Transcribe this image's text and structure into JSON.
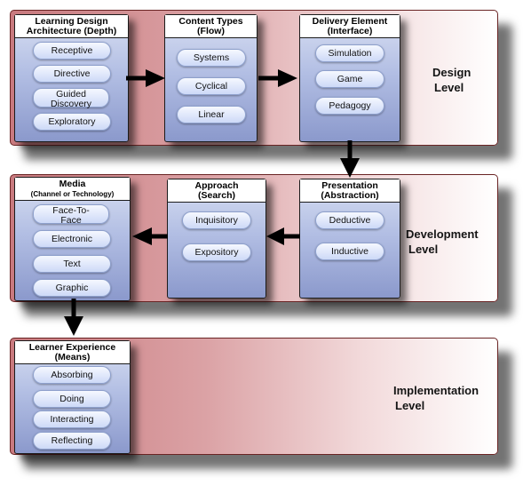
{
  "levels": {
    "design": {
      "label_line1": "Design",
      "label_line2": "Level"
    },
    "development": {
      "label_line1": "Development",
      "label_line2": "Level"
    },
    "implementation": {
      "label_line1": "Implementation",
      "label_line2": "Level"
    }
  },
  "boxes": {
    "learning_design": {
      "title_line1": "Learning Design",
      "title_line2": "Architecture (Depth)",
      "items": [
        "Receptive",
        "Directive",
        "Guided",
        "Discovery",
        "Exploratory"
      ]
    },
    "content_types": {
      "title_line1": "Content Types",
      "title_line2": "(Flow)",
      "items": [
        "Systems",
        "Cyclical",
        "Linear"
      ]
    },
    "delivery_element": {
      "title_line1": "Delivery Element",
      "title_line2": "(Interface)",
      "items": [
        "Simulation",
        "Game",
        "Pedagogy"
      ]
    },
    "media": {
      "title_line1": "Media",
      "title_line2": "(Channel or Technology)",
      "items": [
        "Face-To-",
        "Face",
        "Electronic",
        "Text",
        "Graphic"
      ]
    },
    "approach": {
      "title_line1": "Approach",
      "title_line2": "(Search)",
      "items": [
        "Inquisitory",
        "Expository"
      ]
    },
    "presentation": {
      "title_line1": "Presentation",
      "title_line2": "(Abstraction)",
      "items": [
        "Deductive",
        "Inductive"
      ]
    },
    "learner_experience": {
      "title_line1": "Learner Experience",
      "title_line2": "(Means)",
      "items": [
        "Absorbing",
        "Doing",
        "Interacting",
        "Reflecting"
      ]
    }
  }
}
